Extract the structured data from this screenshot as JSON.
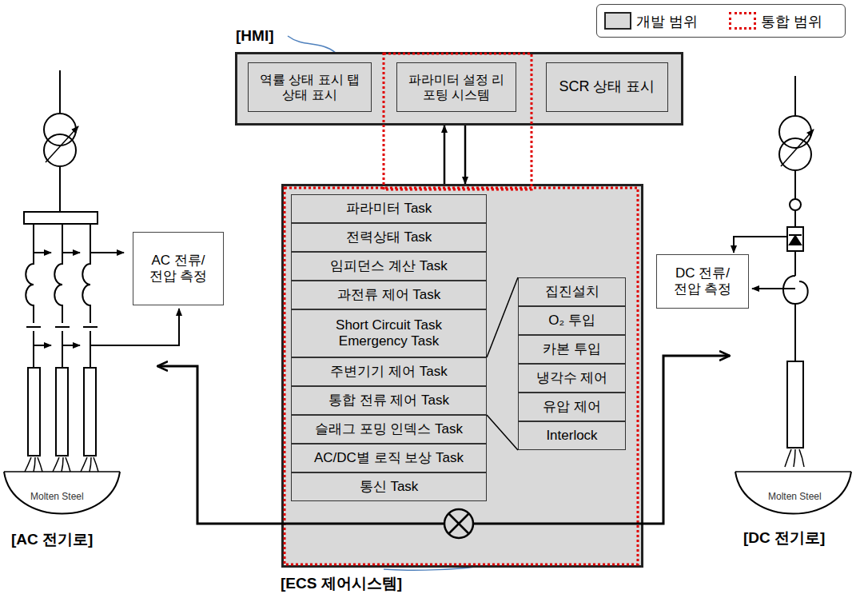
{
  "diagram": {
    "nodes": [
      {
        "text": [
          "[HMI]"
        ]
      },
      {
        "text": [
          "역률 상태 표시 탭 상태 표시"
        ],
        "in": 0
      },
      {
        "text": [
          "파라미터 설정 리포팅 시스템"
        ],
        "in": 0
      },
      {
        "text": [
          "SCR 상태 표시"
        ],
        "in": 0
      },
      {
        "text": [
          "AC 전류/전압 측정"
        ]
      },
      {
        "text": [
          "DC 전류/전압 측정"
        ]
      },
      {
        "text": [
          "[ECS 제어시스템]"
        ]
      },
      {
        "text": [
          "파라미터 Task"
        ],
        "in": 6
      },
      {
        "text": [
          "전력상태 Task"
        ],
        "in": 6
      },
      {
        "text": [
          "임피던스 계산 Task"
        ],
        "in": 6
      },
      {
        "text": [
          "과전류 제어 Task"
        ],
        "in": 6
      },
      {
        "text": [
          "Short Circuit Task Emergency Task"
        ],
        "in": 6
      },
      {
        "text": [
          "주변기기 제어 Task"
        ],
        "in": 6
      },
      {
        "text": [
          "통합 전류 제어 Task"
        ],
        "in": 6
      },
      {
        "text": [
          "슬래그 포밍 인덱스 Task"
        ],
        "in": 6
      },
      {
        "text": [
          "AC/DC별 로직 보상 Task"
        ],
        "in": 6
      },
      {
        "text": [
          "통신 Task"
        ],
        "in": 6
      },
      {
        "text": [
          "집진설치"
        ],
        "in": 6
      },
      {
        "text": [
          "O₂ 투입"
        ],
        "in": 6
      },
      {
        "text": [
          "카본 투입"
        ],
        "in": 6
      },
      {
        "text": [
          "냉각수 제어"
        ],
        "in": 6
      },
      {
        "text": [
          "유압 제어"
        ],
        "in": 6
      },
      {
        "text": [
          "Interlock"
        ],
        "in": 6
      }
    ],
    "edges": [
      {
        "from": 6,
        "to": 0,
        "arrow": "to"
      },
      {
        "from": 0,
        "to": 6,
        "arrow": "to"
      }
    ],
    "labels": [
      "Molten Steel",
      "Molten Steel",
      "[AC 전기로]",
      "[DC 전기로]"
    ],
    "legend": [
      {
        "text": "개발 범위",
        "color": "#d9d9d9"
      },
      {
        "text": "통합 범위"
      }
    ]
  }
}
